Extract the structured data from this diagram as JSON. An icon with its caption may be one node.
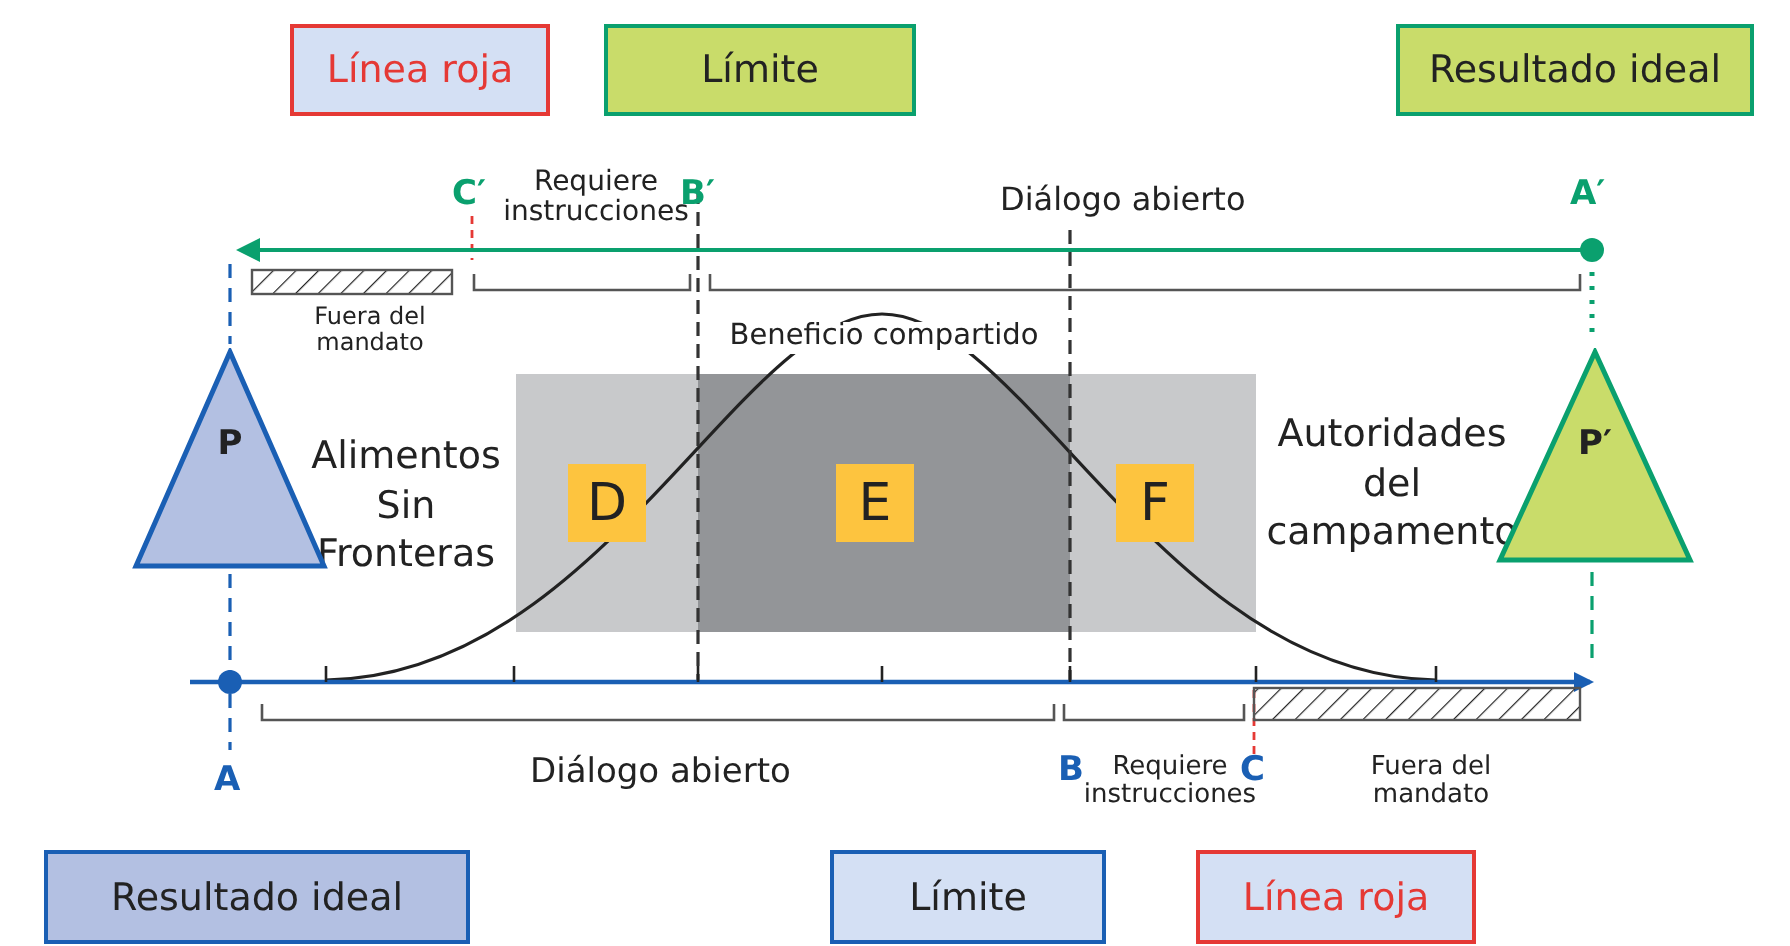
{
  "diagram": {
    "nodes": [
      {
        "text": [
          "Línea roja"
        ]
      },
      {
        "text": [
          "Límite"
        ]
      },
      {
        "text": [
          "Resultado ideal"
        ]
      },
      {
        "text": [
          "P"
        ],
        "beside": [
          "Alimentos Sin Fronteras"
        ]
      },
      {
        "text": [
          "D"
        ]
      },
      {
        "text": [
          "E"
        ]
      },
      {
        "text": [
          "F"
        ]
      },
      {
        "text": [
          "P′"
        ],
        "beside": [
          "Autoridades del campamento"
        ]
      },
      {
        "text": [
          "Resultado ideal"
        ]
      },
      {
        "text": [
          "Límite"
        ]
      },
      {
        "text": [
          "Línea roja"
        ]
      },
      {
        "text": [],
        "shape": "bar"
      },
      {
        "text": [],
        "shape": "bar"
      }
    ],
    "labels": [
      "C′",
      "Requiere instrucciones",
      "B′",
      "Diálogo abierto",
      "A′",
      "Fuera del mandato",
      "Beneficio compartido",
      "A",
      "Diálogo abierto",
      "B",
      "Requiere instrucciones",
      "C",
      "Fuera del mandato"
    ]
  }
}
